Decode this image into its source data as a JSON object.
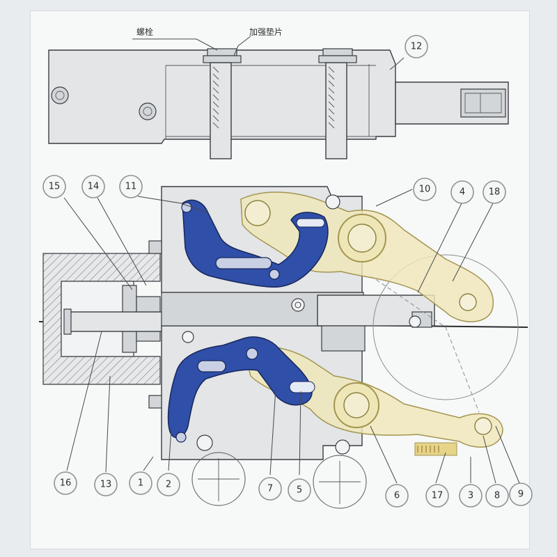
{
  "annotations": {
    "bolt": "螺栓",
    "reinforcing_washer": "加强垫片"
  },
  "callouts": [
    {
      "id": "c12",
      "label": "12"
    },
    {
      "id": "c15",
      "label": "15"
    },
    {
      "id": "c14",
      "label": "14"
    },
    {
      "id": "c11",
      "label": "11"
    },
    {
      "id": "c10",
      "label": "10"
    },
    {
      "id": "c4",
      "label": "4"
    },
    {
      "id": "c18",
      "label": "18"
    },
    {
      "id": "c16",
      "label": "16"
    },
    {
      "id": "c13",
      "label": "13"
    },
    {
      "id": "c1",
      "label": "1"
    },
    {
      "id": "c2",
      "label": "2"
    },
    {
      "id": "c7",
      "label": "7"
    },
    {
      "id": "c5",
      "label": "5"
    },
    {
      "id": "c6",
      "label": "6"
    },
    {
      "id": "c17",
      "label": "17"
    },
    {
      "id": "c3",
      "label": "3"
    },
    {
      "id": "c8",
      "label": "8"
    },
    {
      "id": "c9",
      "label": "9"
    }
  ],
  "colors": {
    "jaw_links": "#2f4fa8",
    "clamp_arms": "#efe6b8",
    "steel": "#e3e5e7"
  }
}
